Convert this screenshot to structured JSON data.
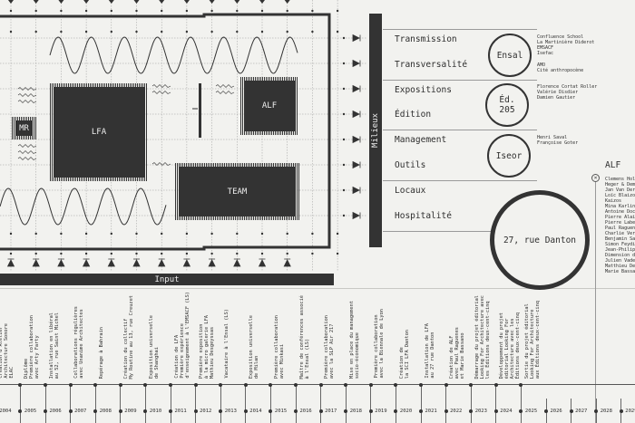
{
  "diagram": {
    "chips": {
      "lfa": "LFA",
      "mr": "MR",
      "alf": "ALF",
      "team": "TEAM"
    },
    "input_label": "Input",
    "milieux_label": "Milieux"
  },
  "themes": [
    {
      "label": "Transmission"
    },
    {
      "label": "Transversalité"
    },
    {
      "label": "Expositions"
    },
    {
      "label": "Édition"
    },
    {
      "label": "Management"
    },
    {
      "label": "Outils"
    },
    {
      "label": "Locaux"
    },
    {
      "label": "Hospitalité"
    }
  ],
  "circles": {
    "ensal": "Ensal",
    "ed205": "Éd.\n205",
    "iseor": "Iseor",
    "danton": "27, rue Danton"
  },
  "partners": {
    "ensal_a": "Confluence School\nLa Martinière Diderot\nEMSACF\nIsefac",
    "ensal_b": "AMO\nCité anthropocène",
    "ed205": "Florence Cortat Roller\nValérie Disdier\nDamien Gautier",
    "iseor": "Henri Saval\nFrançoise Goter"
  },
  "alf": {
    "title": "ALF",
    "members": "Clemens Holl\nHeger & Dema\nJan Van Der\nLoïc Blaizon\nKaizos\nMina Karlin\nAntoine Doch\nPierre Alain\nPierre Labet\nPaul Raguene\nCharlie Verc\nBenjamin Sab\nSimon Feydie\nJean-Philipp\nDimension de\nJulien Vadet\nMatthieu Des\nMarie Bassan"
  },
  "timeline": [
    {
      "year": "2004",
      "event": "Création d'Atelier\nArchitecture Sonore\nELAC"
    },
    {
      "year": "2005",
      "event": "Diplôme\nPremière collaboration\navec Arty Farty"
    },
    {
      "year": "2006",
      "event": "Installation en libéral\nau 52, rue Saint Michel"
    },
    {
      "year": "2007",
      "event": "Collaborations régulières\navec Unanime Architectes"
    },
    {
      "year": "2008",
      "event": "Repérage à Bahrain"
    },
    {
      "year": "2009",
      "event": "Création du collectif\nMy Routine au 13, rue Creuzet"
    },
    {
      "year": "2010",
      "event": "Exposition universelle\nde Shanghai"
    },
    {
      "year": "2011",
      "event": "Création de LFA\nPremière expérience\nd'enseignement à l'EMSACF (LS)"
    },
    {
      "year": "2012",
      "event": "Première exposition\nà la micro galerie LFA\nMathieu Desgeyssas"
    },
    {
      "year": "2013",
      "event": "Vacataire à l'Ensal (LS)"
    },
    {
      "year": "2014",
      "event": "Exposition universelle\nde Milan"
    },
    {
      "year": "2015",
      "event": "Première collaboration\navec Minkasi"
    },
    {
      "year": "2016",
      "event": "Maître de conférences associé\nà l'Ensal (LS)"
    },
    {
      "year": "2017",
      "event": "Première collaboration\navec la SLP Air 217"
    },
    {
      "year": "2018",
      "event": "Mise en place du management\nsocio-économique"
    },
    {
      "year": "2019",
      "event": "Première collaboration\navec la Biennale de Lyon"
    },
    {
      "year": "2020",
      "event": "Création de\nla SCI LFA Danton"
    },
    {
      "year": "2021",
      "event": "Installation de LFA\nau 27 rue Danton"
    },
    {
      "year": "2022",
      "event": "Création de ALF\navec Paul Raguenes\net Marie Bassano"
    },
    {
      "year": "2023",
      "event": "Démarrage du projet éditorial\nLooking For Architecture avec\nles Éditions deux-cent-cinq"
    },
    {
      "year": "2024",
      "event": "Développement du projet\néditorial Looking For\nArchitecture avec les\nÉditions deux-cent-cinq"
    },
    {
      "year": "2025",
      "event": "Sortie du projet éditorial\nLooking For Architecture\naux Éditions deux-cent-cinq"
    },
    {
      "year": "2026",
      "event": ""
    },
    {
      "year": "2027",
      "event": ""
    },
    {
      "year": "2028",
      "event": ""
    },
    {
      "year": "2029",
      "event": ""
    }
  ]
}
